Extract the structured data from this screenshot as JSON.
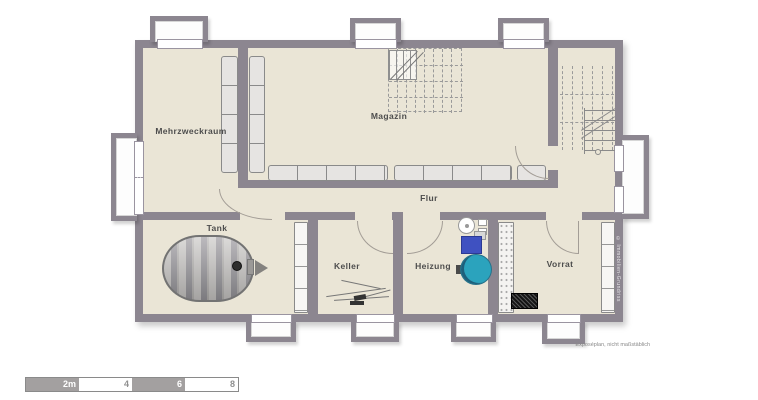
{
  "floorplan": {
    "rooms": [
      {
        "id": "mehrzweckraum",
        "label": "Mehrzweckraum"
      },
      {
        "id": "magazin",
        "label": "Magazin"
      },
      {
        "id": "flur",
        "label": "Flur"
      },
      {
        "id": "tank",
        "label": "Tank"
      },
      {
        "id": "keller",
        "label": "Keller"
      },
      {
        "id": "heizung",
        "label": "Heizung"
      },
      {
        "id": "vorrat",
        "label": "Vorrat"
      }
    ],
    "scale_bar": {
      "labels": [
        "2m",
        "4",
        "6",
        "8"
      ]
    },
    "disclaimer": "Exposéplan, nicht maßstäblich",
    "watermark": "© Immobilien-Grundriss",
    "colors": {
      "wall": "#8c8690",
      "floor": "#eae5d6",
      "boiler_blue": "#3f51c1",
      "tank_teal": "#2ba3bd",
      "scale_gray": "#a3a0a0"
    },
    "objects": [
      {
        "id": "oil-tank",
        "room": "tank"
      },
      {
        "id": "heating-boiler",
        "room": "heizung"
      },
      {
        "id": "upper-stairs-dashed",
        "room": "magazin"
      },
      {
        "id": "main-stairs",
        "room": "stair-hall"
      }
    ]
  }
}
